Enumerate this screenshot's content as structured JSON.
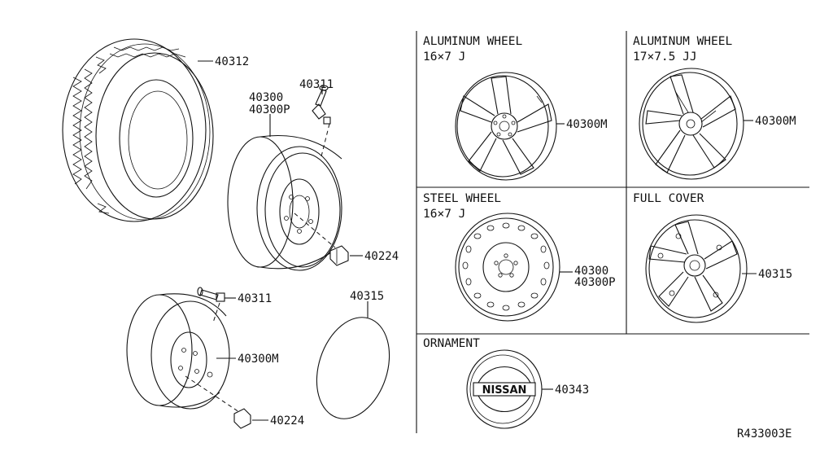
{
  "parts": {
    "tire": "40312",
    "valve_top": "40311",
    "road_wheel_a": "40300",
    "road_wheel_b": "40300P",
    "nut_top": "40224",
    "valve_bottom": "40311",
    "spare_wheel": "40300M",
    "nut_bottom": "40224",
    "cover_loose": "40315"
  },
  "panels": {
    "alu16": {
      "title": "ALUMINUM WHEEL",
      "size": "16×7 J",
      "part": "40300M"
    },
    "alu17": {
      "title": "ALUMINUM WHEEL",
      "size": "17×7.5 JJ",
      "part": "40300M"
    },
    "steel": {
      "title": "STEEL WHEEL",
      "size": "16×7 J",
      "part_a": "40300",
      "part_b": "40300P"
    },
    "cover": {
      "title": "FULL COVER",
      "part": "40315"
    },
    "ornament": {
      "title": "ORNAMENT",
      "part": "40343",
      "logo": "NISSAN"
    }
  },
  "drawing_ref": "R433003E"
}
